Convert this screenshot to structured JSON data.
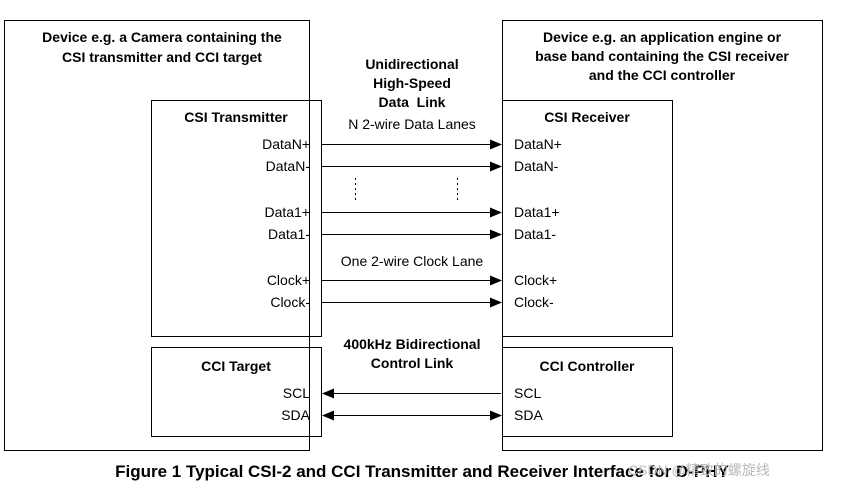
{
  "left_device": {
    "title_line1": "Device e.g. a Camera containing the",
    "title_line2": "CSI transmitter and CCI target",
    "csi_title": "CSI Transmitter",
    "cci_title": "CCI Target"
  },
  "right_device": {
    "title_line1": "Device e.g. an application engine or",
    "title_line2": "base band containing the CSI receiver",
    "title_line3": "and the CCI controller",
    "csi_title": "CSI Receiver",
    "cci_title": "CCI Controller"
  },
  "data_link": {
    "line1": "Unidirectional",
    "line2": "High-Speed",
    "line3": "Data  Link",
    "lanes_label": "N 2-wire Data Lanes",
    "clock_lane_label": "One 2-wire Clock Lane"
  },
  "control_link": {
    "line1": "400kHz Bidirectional",
    "line2": "Control Link"
  },
  "signals": {
    "dataN_plus": "DataN+",
    "dataN_minus": "DataN-",
    "data1_plus": "Data1+",
    "data1_minus": "Data1-",
    "clock_plus": "Clock+",
    "clock_minus": "Clock-",
    "scl": "SCL",
    "sda": "SDA"
  },
  "caption": "Figure 1 Typical CSI-2 and CCI Transmitter and Receiver Interface for D-PHY",
  "watermark": "CSDN @精致的螺旋线"
}
